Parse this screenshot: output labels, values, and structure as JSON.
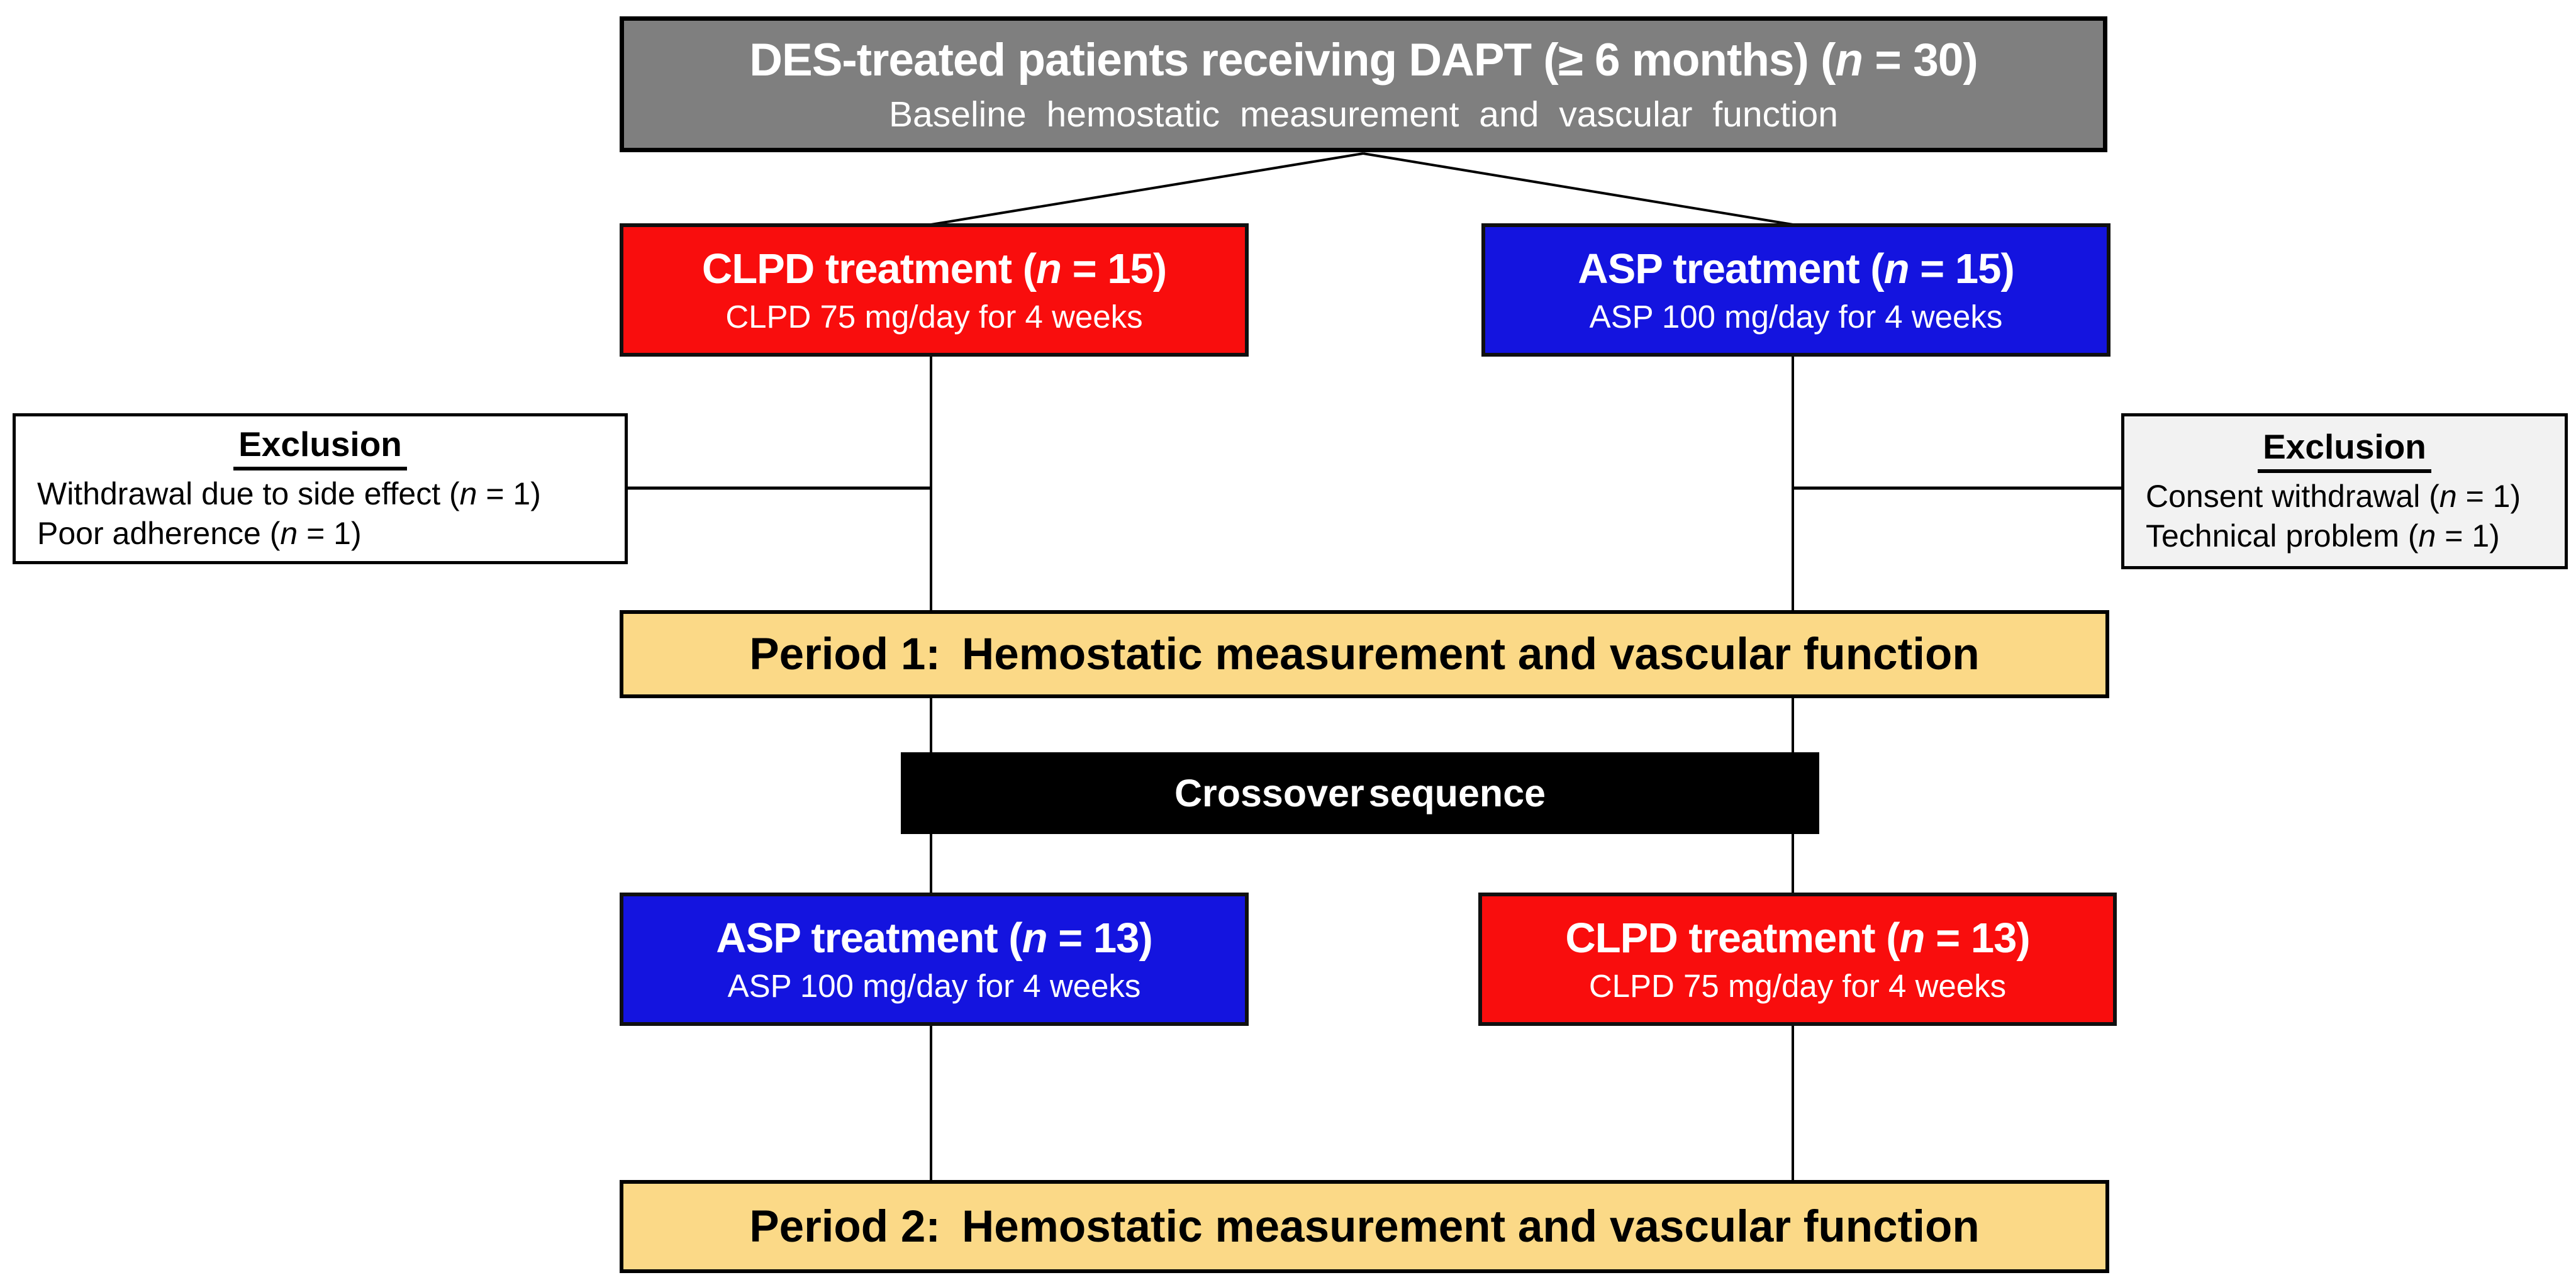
{
  "colors": {
    "top_box_fill": "#7F7F7F",
    "red_fill": "#F90D0D",
    "blue_fill": "#1414DF",
    "yellow_fill": "#FBD987",
    "crossover_fill": "#000000",
    "exclusion_left_fill": "#FFFFFF",
    "exclusion_right_fill": "#F2F2F2",
    "line": "#000000"
  },
  "top_box": {
    "title_prefix": "DES-treated patients receiving DAPT (≥ 6 months) (",
    "title_n": "n",
    "title_suffix": " = 30)",
    "subtitle": "Baseline hemostatic measurement and vascular function"
  },
  "arm_top_left": {
    "title_prefix": "CLPD treatment (",
    "title_n": "n",
    "title_suffix": " = 15)",
    "subtitle": "CLPD 75 mg/day for 4 weeks"
  },
  "arm_top_right": {
    "title_prefix": "ASP treatment (",
    "title_n": "n",
    "title_suffix": " = 15)",
    "subtitle": "ASP 100 mg/day for 4 weeks"
  },
  "exclusion_left": {
    "title": "Exclusion",
    "items": [
      {
        "prefix": "Withdrawal due to side effect (",
        "n": "n",
        "suffix": " = 1)"
      },
      {
        "prefix": "Poor adherence (",
        "n": "n",
        "suffix": " = 1)"
      }
    ]
  },
  "exclusion_right": {
    "title": "Exclusion",
    "items": [
      {
        "prefix": "Consent withdrawal (",
        "n": "n",
        "suffix": " = 1)"
      },
      {
        "prefix": "Technical problem (",
        "n": "n",
        "suffix": " = 1)"
      }
    ]
  },
  "period1": {
    "label_prefix": "Period 1:",
    "label_text": "Hemostatic measurement and vascular function"
  },
  "crossover": {
    "label": "Crossover sequence"
  },
  "arm_bottom_left": {
    "title_prefix": "ASP treatment (",
    "title_n": "n",
    "title_suffix": " = 13)",
    "subtitle": "ASP 100 mg/day for 4 weeks"
  },
  "arm_bottom_right": {
    "title_prefix": "CLPD treatment (",
    "title_n": "n",
    "title_suffix": " = 13)",
    "subtitle": "CLPD 75 mg/day for 4 weeks"
  },
  "period2": {
    "label_prefix": "Period 2:",
    "label_text": "Hemostatic measurement and vascular function"
  }
}
